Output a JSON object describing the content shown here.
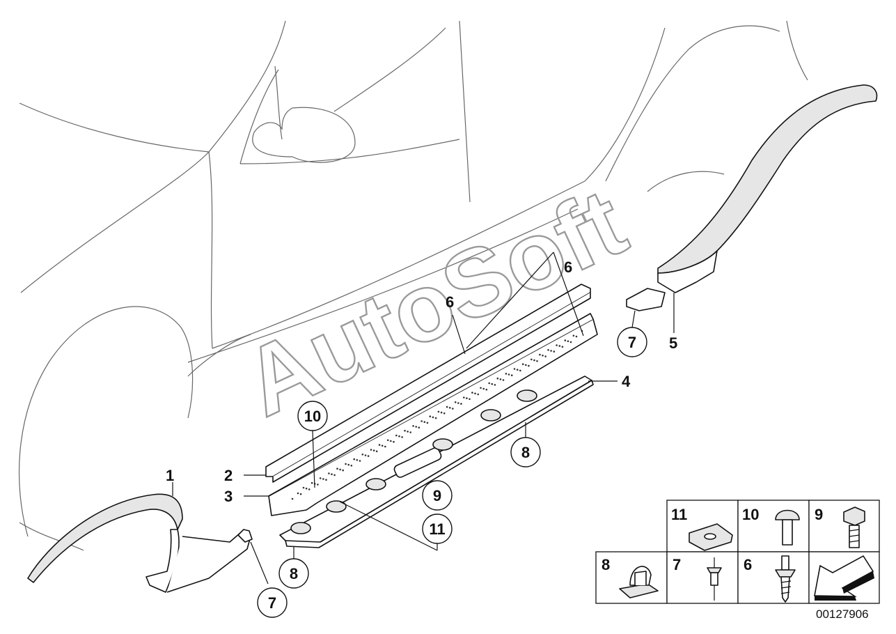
{
  "watermark": "AutoSoft",
  "diagram_id": "00127906",
  "callouts": {
    "c1": "1",
    "c2": "2",
    "c3": "3",
    "c4": "4",
    "c5": "5",
    "c6a": "6",
    "c6b": "6",
    "c7a": "7",
    "c7b": "7",
    "c8a": "8",
    "c8b": "8",
    "c9": "9",
    "c10": "10",
    "c11": "11"
  },
  "legend": [
    {
      "number": "11",
      "icon": "clip-nut-icon"
    },
    {
      "number": "10",
      "icon": "mushroom-head-pin-icon"
    },
    {
      "number": "9",
      "icon": "hex-bolt-icon"
    },
    {
      "number": "8",
      "icon": "plastic-clip-icon"
    },
    {
      "number": "7",
      "icon": "blind-rivet-icon"
    },
    {
      "number": "6",
      "icon": "expanding-rivet-screw-icon"
    },
    {
      "number": "",
      "icon": "direction-arrow-icon"
    }
  ]
}
